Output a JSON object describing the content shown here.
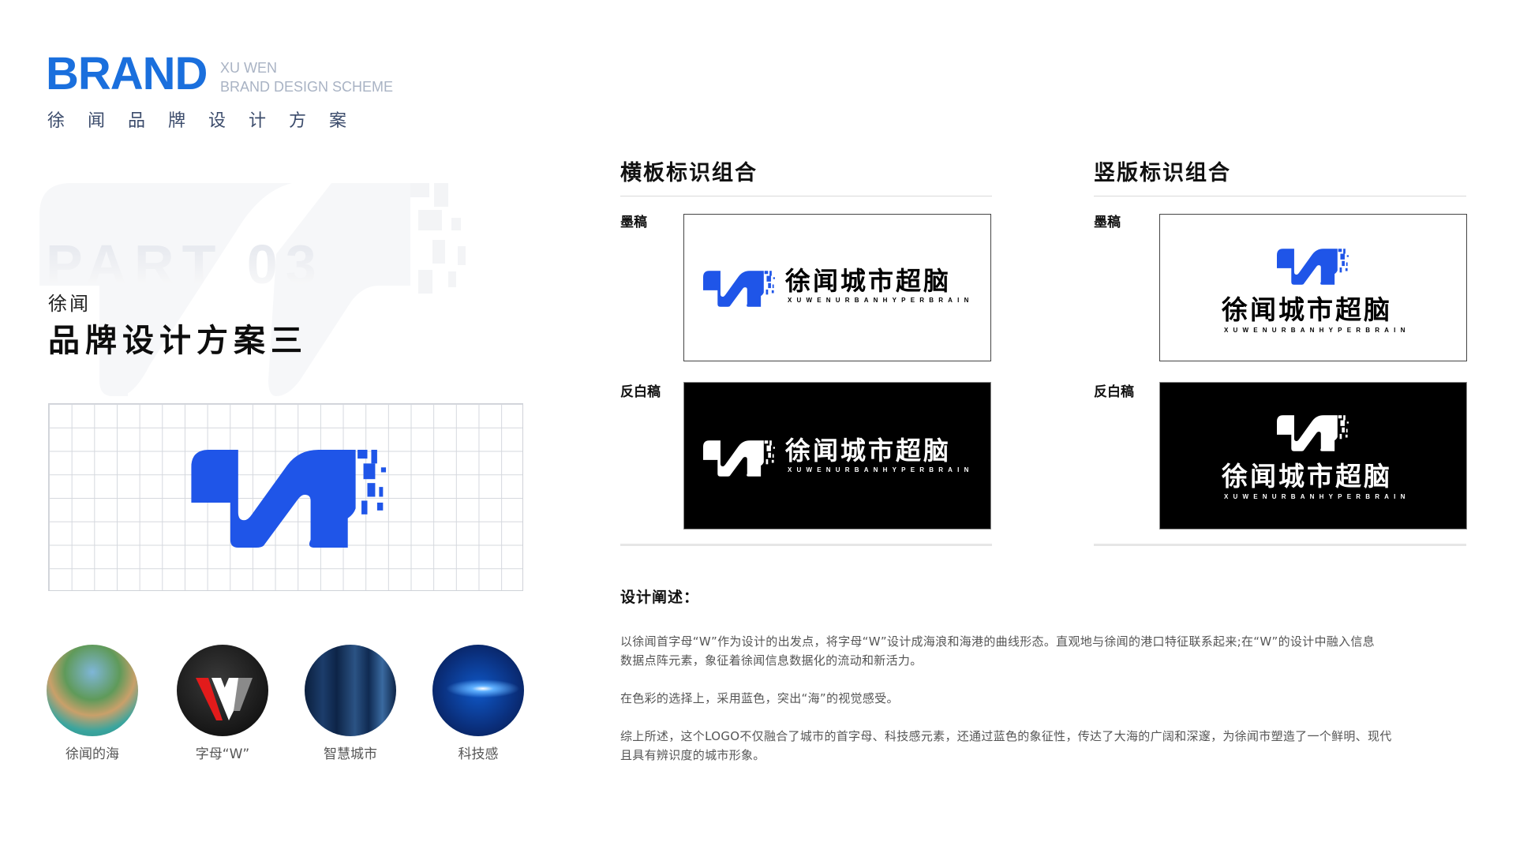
{
  "header": {
    "brand": "BRAND",
    "sub_line1": "XU WEN",
    "sub_line2": "BRAND DESIGN SCHEME",
    "cn_title": "徐闻品牌设计方案"
  },
  "hero": {
    "watermark": "PART 03",
    "small": "徐闻",
    "title": "品牌设计方案三"
  },
  "grid": {
    "columns": 21,
    "rows": 8,
    "logo_color": "#1f55e8"
  },
  "inspiration": [
    {
      "label": "徐闻的海",
      "icon": "sea-photo"
    },
    {
      "label": "字母“W”",
      "icon": "letter-w-photo"
    },
    {
      "label": "智慧城市",
      "icon": "smart-city-photo"
    },
    {
      "label": "科技感",
      "icon": "tech-photo"
    }
  ],
  "horizontal": {
    "title": "横板标识组合",
    "ink_label": "墨稿",
    "reverse_label": "反白稿"
  },
  "vertical": {
    "title": "竖版标识组合",
    "ink_label": "墨稿",
    "reverse_label": "反白稿"
  },
  "logo": {
    "name": "徐闻城市超脑",
    "tagline": "XUWENURBANHYPERBRAIN"
  },
  "description": {
    "title": "设计阐述：",
    "p1_line1": "以徐闻首字母“W”作为设计的出发点，将字母“W”设计成海浪和海港的曲线形态。直观地与徐闻的港口特征联系起来;在“W”的设计中融入信息",
    "p1_line2": "数据点阵元素，象征着徐闻信息数据化的流动和新活力。",
    "p2": "在色彩的选择上，采用蓝色，突出“海”的视觉感受。",
    "p3_line1": "综上所述，这个LOGO不仅融合了城市的首字母、科技感元素，还通过蓝色的象征性，传达了大海的广阔和深邃，为徐闻市塑造了一个鲜明、现代",
    "p3_line2": "且具有辨识度的城市形象。"
  },
  "colors": {
    "brand_blue": "#1a6fdd",
    "logo_blue": "#1f55e8",
    "cn_subtitle": "#3b4b6b"
  }
}
